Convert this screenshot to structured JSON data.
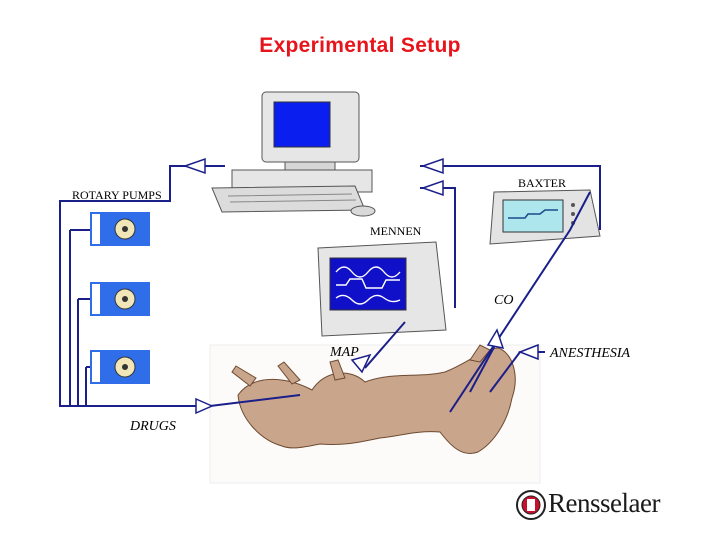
{
  "title": "Experimental Setup",
  "labels": {
    "rotary_pumps": "ROTARY PUMPS",
    "baxter": "BAXTER",
    "mennen": "MENNEN",
    "co": "CO",
    "map": "MAP",
    "anesthesia": "ANESTHESIA",
    "drugs": "DRUGS"
  },
  "logo": {
    "text": "Rensselaer"
  },
  "colors": {
    "title": "#e8141b",
    "line": "#1b1f8a",
    "screen": "#0a1ef0",
    "monitor_body": "#e6e6e6",
    "animal": "#c9a58c",
    "pump_panel": "#2f6ee8"
  }
}
